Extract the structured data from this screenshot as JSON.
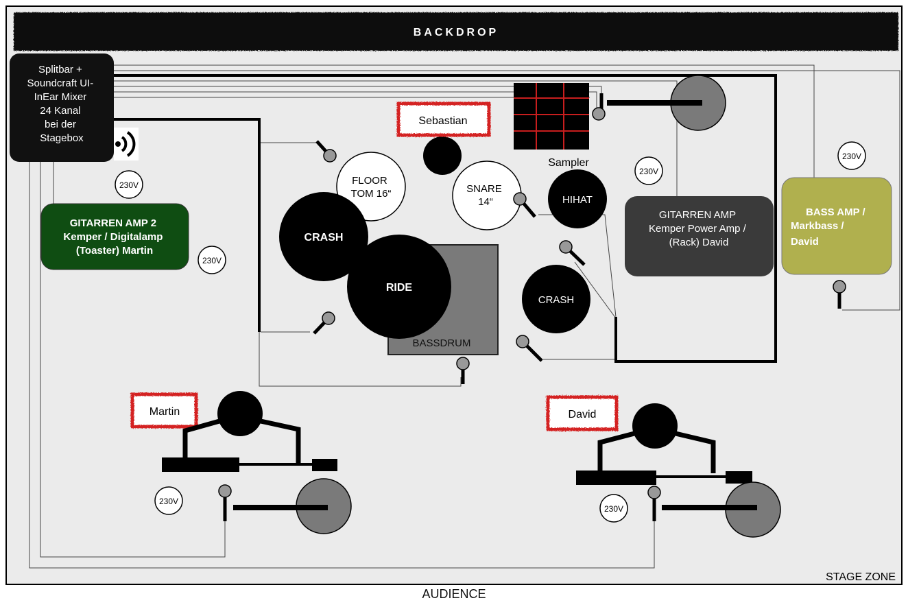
{
  "backdrop": "BACKDROP",
  "stage_zone": "STAGE ZONE",
  "audience": "AUDIENCE",
  "power_label": "230V",
  "mixer": {
    "lines": [
      "Splitbar +",
      "Soundcraft UI-",
      "InEar Mixer",
      "24 Kanal",
      "bei der",
      "Stagebox"
    ]
  },
  "guitar_amp_2": {
    "lines": [
      "GITARREN AMP 2",
      "Kemper / Digitalamp",
      "(Toaster) Martin"
    ],
    "color": "#0f4d12"
  },
  "guitar_amp": {
    "lines": [
      "GITARREN AMP",
      "Kemper Power Amp /",
      "(Rack) David"
    ],
    "color": "#3a3a3a"
  },
  "bass_amp": {
    "lines": [
      "BASS AMP /",
      "Markbass /",
      "David"
    ],
    "color": "#b0b04e"
  },
  "drums": {
    "floor_tom": [
      "FLOOR",
      "TOM 16“"
    ],
    "snare": [
      "SNARE",
      "14“"
    ],
    "hihat": "HIHAT",
    "crash_left": "CRASH",
    "crash_right": "CRASH",
    "ride": "RIDE",
    "bassdrum": "BASSDRUM",
    "sampler": "Sampler"
  },
  "people": {
    "drummer": "Sebastian",
    "left_player": "Martin",
    "right_player": "David"
  },
  "colors": {
    "stage_fill": "#ebebeb",
    "name_tag": "#d42020",
    "sampler_grid": "#c81e1e",
    "monitor": "#7a7a7a"
  }
}
